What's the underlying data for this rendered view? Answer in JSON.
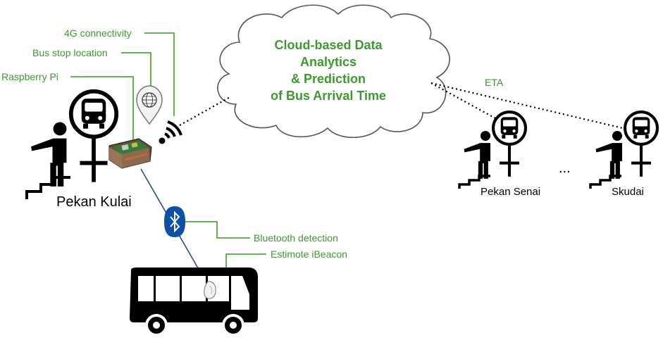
{
  "colors": {
    "label_green": "#3c9a2e",
    "leader_green": "#4caf38",
    "link_blue": "#1f4e99",
    "bluetooth_blue": "#0e4fa8",
    "ink": "#000000",
    "cloud_stroke": "#555555"
  },
  "cloud": {
    "lines": [
      "Cloud-based Data",
      "Analytics",
      "& Prediction",
      "of Bus Arrival Time"
    ]
  },
  "labels": {
    "connectivity": "4G connectivity",
    "bus_stop_location": "Bus stop location",
    "raspberry_pi": "Raspberry Pi",
    "bluetooth_detection": "Bluetooth detection",
    "ibeacon": "Estimote iBeacon",
    "eta": "ETA",
    "ellipsis": "..."
  },
  "stations": [
    {
      "name": "Pekan Kulai"
    },
    {
      "name": "Pekan Senai"
    },
    {
      "name": "Skudai"
    }
  ],
  "icons": [
    "bus-stop-icon",
    "person-waving-icon",
    "location-pin-icon",
    "wifi-signal-icon",
    "raspberry-pi-board",
    "bluetooth-icon",
    "bus-icon",
    "beacon-icon",
    "cloud-shape"
  ]
}
